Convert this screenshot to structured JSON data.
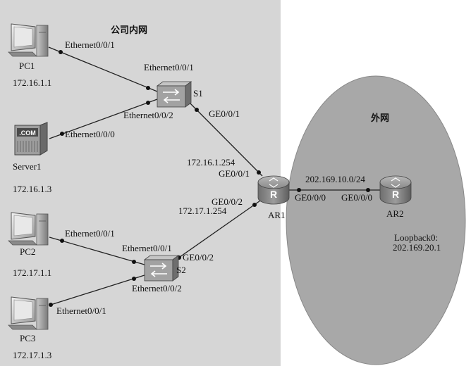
{
  "zones": {
    "internal_title": "公司内网",
    "external_title": "外网"
  },
  "devices": {
    "pc1": {
      "name": "PC1",
      "ip": "172.16.1.1"
    },
    "server1": {
      "name": "Server1",
      "ip": "172.16.1.3",
      "screen_text": ".COM"
    },
    "pc2": {
      "name": "PC2",
      "ip": "172.17.1.1"
    },
    "pc3": {
      "name": "PC3",
      "ip": "172.17.1.3"
    },
    "s1": {
      "name": "S1"
    },
    "s2": {
      "name": "S2"
    },
    "ar1": {
      "name": "AR1"
    },
    "ar2": {
      "name": "AR2",
      "loopback_label": "Loopback0:",
      "loopback_ip": "202.169.20.1"
    }
  },
  "links": {
    "pc1_s1": {
      "pc_port": "Ethernet0/0/1",
      "switch_port": "Ethernet0/0/1"
    },
    "server1_s1": {
      "server_port": "Ethernet0/0/0",
      "switch_port": "Ethernet0/0/2"
    },
    "s1_ar1": {
      "switch_port": "GE0/0/1",
      "router_ip": "172.16.1.254",
      "router_port": "GE0/0/1"
    },
    "s2_ar1": {
      "switch_port": "GE0/0/2",
      "router_ip": "172.17.1.254",
      "router_port": "GE0/0/2"
    },
    "pc2_s2": {
      "pc_port": "Ethernet0/0/1",
      "switch_port": "Ethernet0/0/1"
    },
    "pc3_s2": {
      "pc_port": "Ethernet0/0/1",
      "switch_port": "Ethernet0/0/2"
    },
    "ar1_ar2": {
      "network": "202.169.10.0/24",
      "ar1_port": "GE0/0/0",
      "ar2_port": "GE0/0/0"
    }
  },
  "colors": {
    "internal_bg": "#d6d6d6",
    "external_bg": "#a8a8a8",
    "device": "#8f8f8f"
  }
}
